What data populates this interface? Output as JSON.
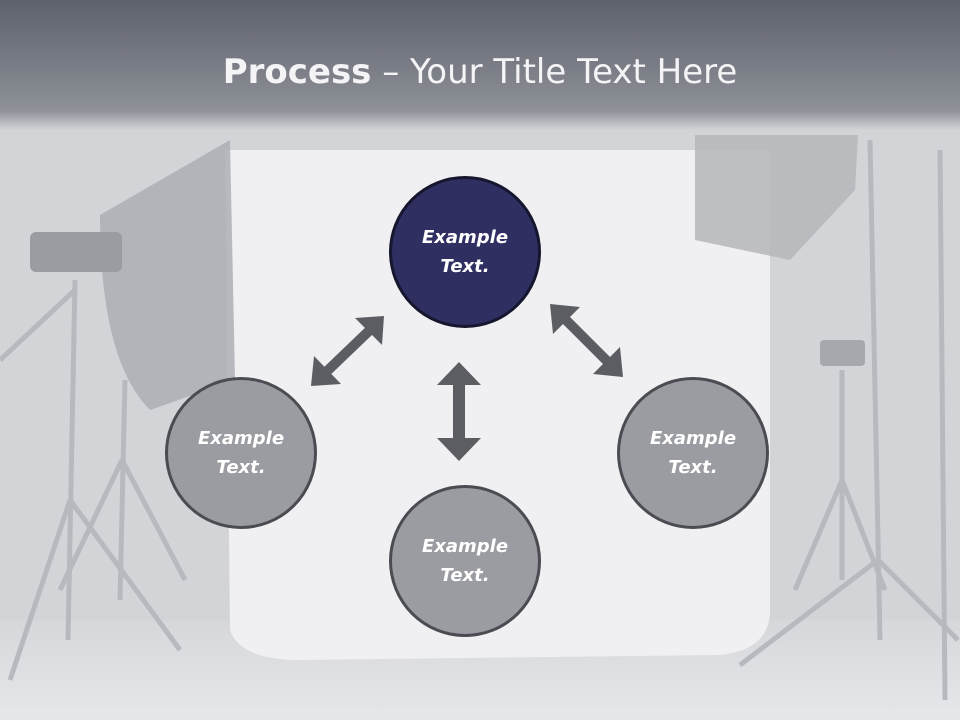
{
  "slide": {
    "title_bold": "Process",
    "title_rest": " – Your Title Text Here"
  },
  "nodes": {
    "top": {
      "text": "Example Text.",
      "color": "#2f2f62"
    },
    "left": {
      "text": "Example Text.",
      "color": "#9a9ca2"
    },
    "right": {
      "text": "Example Text.",
      "color": "#9a9ca2"
    },
    "bottom": {
      "text": "Example Text.",
      "color": "#9a9ca2"
    }
  },
  "colors": {
    "accent": "#2f2f62",
    "node_gray": "#9a9ca2",
    "arrow": "#5b5d62"
  }
}
